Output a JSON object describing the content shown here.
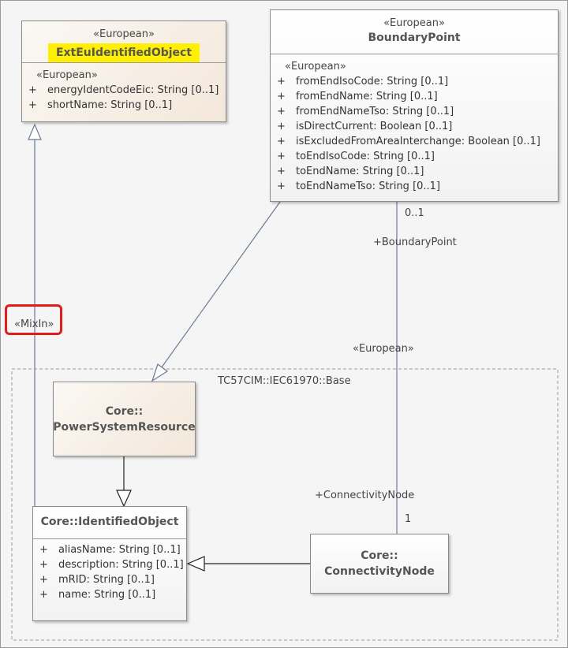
{
  "package": {
    "name": "TC57CIM::IEC61970::Base"
  },
  "classes": {
    "ext": {
      "stereotype": "«European»",
      "name": "ExtEuIdentifiedObject",
      "attr_stereotype": "«European»",
      "attributes": [
        {
          "vis": "+",
          "text": "energyIdentCodeEic: String [0..1]"
        },
        {
          "vis": "+",
          "text": "shortName: String [0..1]"
        }
      ]
    },
    "boundary": {
      "stereotype": "«European»",
      "name": "BoundaryPoint",
      "attr_stereotype": "«European»",
      "attributes": [
        {
          "vis": "+",
          "text": "fromEndIsoCode: String [0..1]"
        },
        {
          "vis": "+",
          "text": "fromEndName: String [0..1]"
        },
        {
          "vis": "+",
          "text": "fromEndNameTso: String [0..1]"
        },
        {
          "vis": "+",
          "text": "isDirectCurrent: Boolean [0..1]"
        },
        {
          "vis": "+",
          "text": "isExcludedFromAreaInterchange: Boolean [0..1]"
        },
        {
          "vis": "+",
          "text": "toEndIsoCode: String [0..1]"
        },
        {
          "vis": "+",
          "text": "toEndName: String [0..1]"
        },
        {
          "vis": "+",
          "text": "toEndNameTso: String [0..1]"
        }
      ]
    },
    "psr": {
      "line1": "Core::",
      "line2": "PowerSystemResource"
    },
    "identified": {
      "name": "Core::IdentifiedObject",
      "attributes": [
        {
          "vis": "+",
          "text": "aliasName: String [0..1]"
        },
        {
          "vis": "+",
          "text": "description: String [0..1]"
        },
        {
          "vis": "+",
          "text": "mRID: String [0..1]"
        },
        {
          "vis": "+",
          "text": "name: String [0..1]"
        }
      ]
    },
    "connectivity": {
      "line1": "Core::",
      "line2": "ConnectivityNode"
    }
  },
  "labels": {
    "mixin": "«MixIn»",
    "multiplicity_top": "0..1",
    "role_boundary": "+BoundaryPoint",
    "assoc_stereotype": "«European»",
    "role_connectivity": "+ConnectivityNode",
    "multiplicity_bottom": "1"
  },
  "colors": {
    "highlight": "#ffef00",
    "annotation": "#e21b1b",
    "line": "#6a7a94"
  }
}
